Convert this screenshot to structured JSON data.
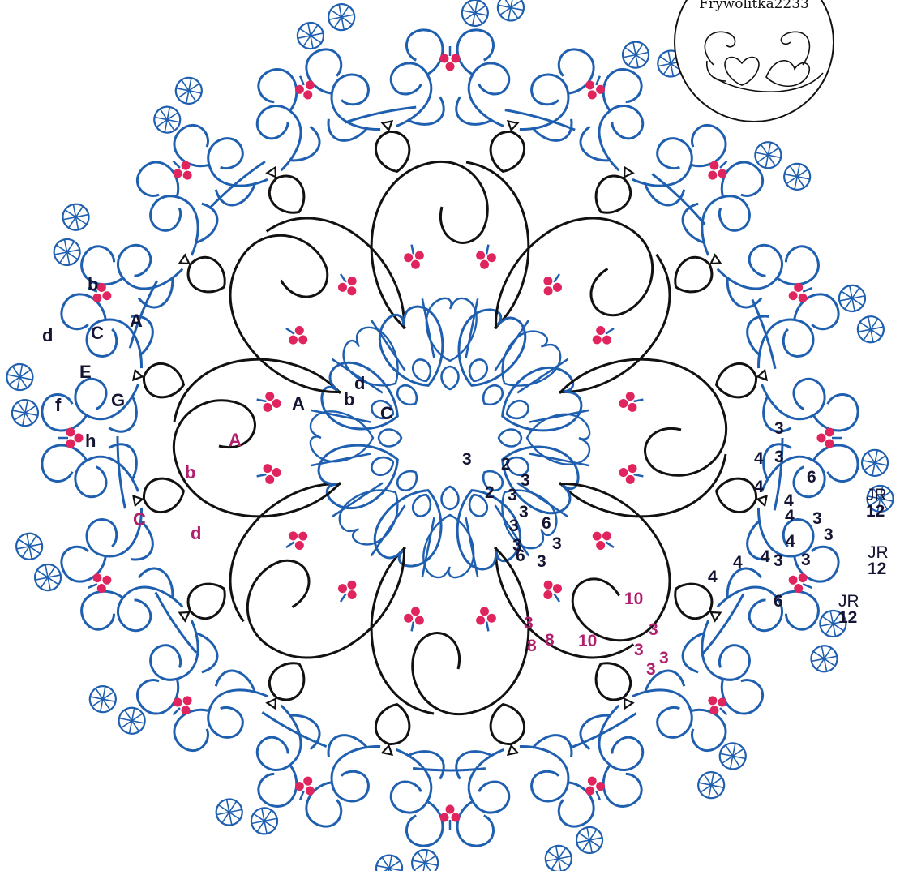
{
  "colors": {
    "black_thread": "#111111",
    "blue_thread": "#1f5fb0",
    "picot_beads": "#e0245e",
    "label_dark": "#141433",
    "label_magenta": "#b0206e"
  },
  "signature": {
    "text": "Frywolitka2233"
  },
  "icons": {
    "jr_ring": "josephine-ring-icon",
    "bead": "bead-cluster-icon",
    "join": "triangle-join-icon"
  },
  "labels": {
    "left_motif": {
      "b": "b",
      "A": "A",
      "d": "d",
      "C": "C",
      "E": "E",
      "G": "G",
      "f": "f",
      "h": "h"
    },
    "inner_motif": {
      "A": "A",
      "b": "b",
      "d": "d",
      "C": "C"
    },
    "black_ring_labels": {
      "A": "A",
      "b": "b",
      "C": "C",
      "d": "d"
    },
    "inner_counts": [
      "3",
      "2",
      "2",
      "3",
      "3",
      "3",
      "3",
      "3",
      "6",
      "3",
      "6",
      "3"
    ],
    "bottom_counts": [
      "3",
      "8",
      "8",
      "10",
      "10",
      "3",
      "3",
      "3",
      "3"
    ],
    "right_counts": [
      "3",
      "3",
      "4",
      "4",
      "6",
      "4",
      "4",
      "3",
      "3",
      "4",
      "4",
      "3",
      "3",
      "4",
      "4",
      "6"
    ],
    "jr": [
      {
        "jr": "JR",
        "n": "12"
      },
      {
        "jr": "JR",
        "n": "12"
      },
      {
        "jr": "JR",
        "n": "12"
      }
    ]
  }
}
